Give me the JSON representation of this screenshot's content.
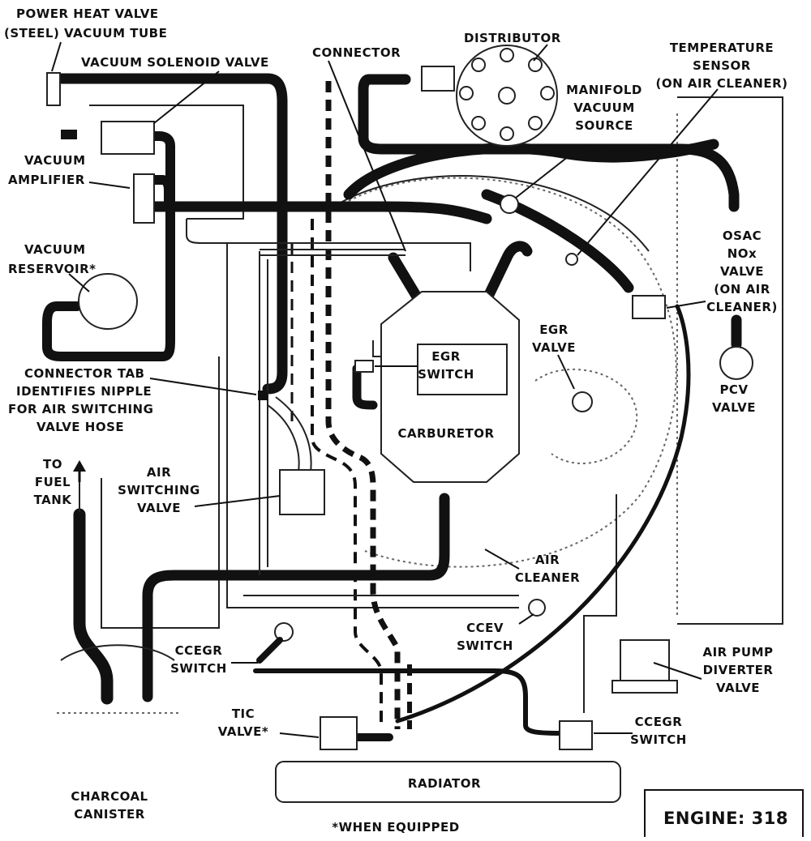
{
  "diagram": {
    "engine_label": "ENGINE: 318",
    "footnote": "*WHEN EQUIPPED",
    "labels": {
      "power_heat_valve": [
        "POWER HEAT VALVE",
        "(STEEL) VACUUM TUBE"
      ],
      "vacuum_solenoid_valve": [
        "VACUUM SOLENOID VALVE"
      ],
      "connector": [
        "CONNECTOR"
      ],
      "distributor": [
        "DISTRIBUTOR"
      ],
      "manifold_vacuum_source": [
        "MANIFOLD",
        "VACUUM",
        "SOURCE"
      ],
      "temperature_sensor": [
        "TEMPERATURE",
        "SENSOR",
        "(ON AIR CLEANER)"
      ],
      "vacuum_amplifier": [
        "VACUUM",
        "AMPLIFIER"
      ],
      "vacuum_reservoir": [
        "VACUUM",
        "RESERVOIR*"
      ],
      "osac_valve": [
        "OSAC",
        "NOx",
        "VALVE",
        "(ON AIR",
        "CLEANER)"
      ],
      "egr_valve": [
        "EGR",
        "VALVE"
      ],
      "egr_switch": [
        "EGR",
        "SWITCH"
      ],
      "pcv_valve": [
        "PCV",
        "VALVE"
      ],
      "connector_tab": [
        "CONNECTOR TAB",
        "IDENTIFIES NIPPLE",
        "FOR AIR SWITCHING",
        "VALVE HOSE"
      ],
      "carburetor": [
        "CARBURETOR"
      ],
      "to_fuel_tank": [
        "TO",
        "FUEL",
        "TANK"
      ],
      "air_switching_valve": [
        "AIR",
        "SWITCHING",
        "VALVE"
      ],
      "air_cleaner": [
        "AIR",
        "CLEANER"
      ],
      "ccev_switch": [
        "CCEV",
        "SWITCH"
      ],
      "ccegr_switch_left": [
        "CCEGR",
        "SWITCH"
      ],
      "air_pump_diverter_valve": [
        "AIR PUMP",
        "DIVERTER",
        "VALVE"
      ],
      "tic_valve": [
        "TIC",
        "VALVE*"
      ],
      "ccegr_switch_right": [
        "CCEGR",
        "SWITCH"
      ],
      "radiator": [
        "RADIATOR"
      ],
      "charcoal_canister": [
        "CHARCOAL",
        "CANISTER"
      ]
    }
  }
}
